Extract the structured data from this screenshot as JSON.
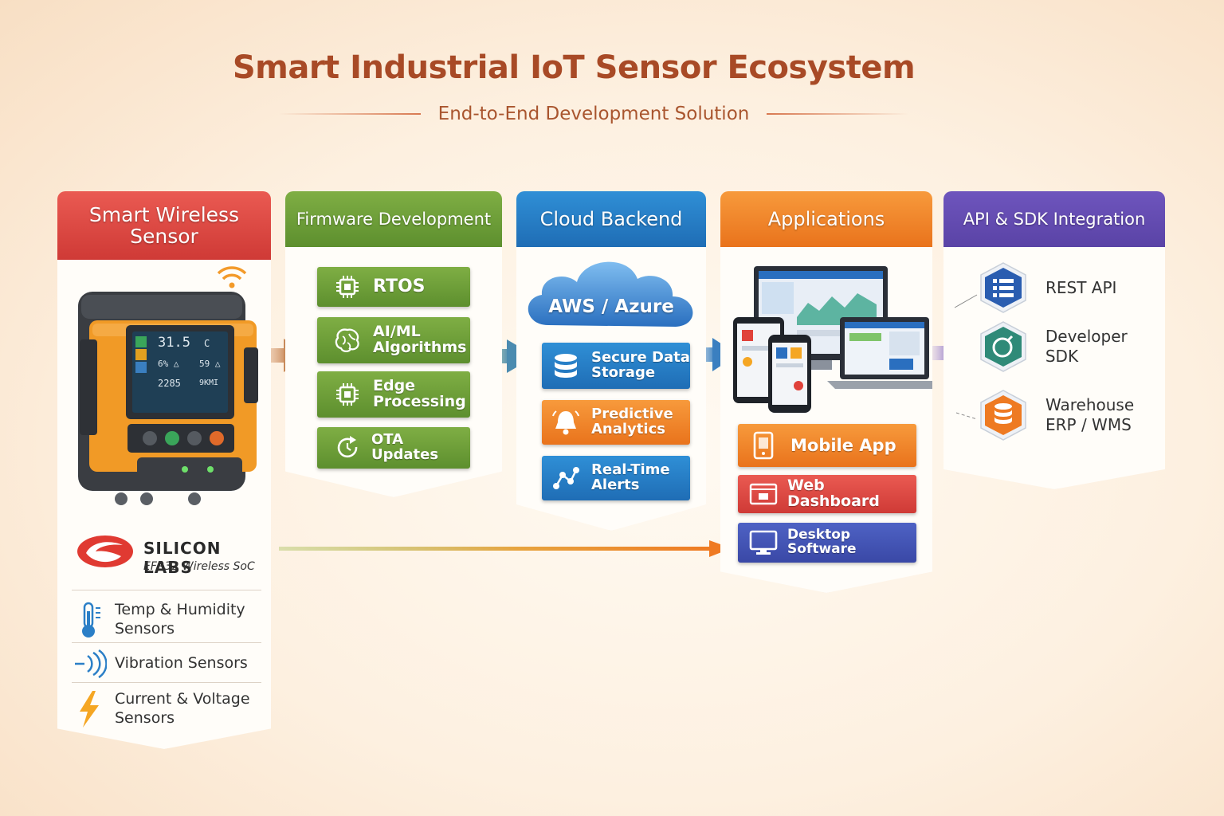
{
  "header": {
    "title": "Smart Industrial IoT Sensor Ecosystem",
    "subtitle": "End-to-End Development Solution"
  },
  "colors": {
    "sensor": "#e2504a",
    "firmware": "#6e9f3a",
    "cloud": "#2b7fc7",
    "applications": "#f28a2a",
    "api": "#6a4fb2",
    "title": "#a84a26"
  },
  "sensor": {
    "heading_line1": "Smart Wireless",
    "heading_line2": "Sensor",
    "display": {
      "r1a": "31.5",
      "r1b": "C",
      "r2a": "6% △",
      "r2b": "59 △",
      "r3a": "2285",
      "r3b": "9KMI"
    },
    "brand": "SILICON LABS",
    "chip": "EFR32 Wireless SoC",
    "sensors": [
      {
        "icon": "thermometer-icon",
        "line1": "Temp & Humidity",
        "line2": "Sensors"
      },
      {
        "icon": "vibration-icon",
        "line1": "Vibration Sensors",
        "line2": ""
      },
      {
        "icon": "lightning-icon",
        "line1": "Current & Voltage",
        "line2": "Sensors"
      }
    ]
  },
  "firmware": {
    "heading": "Firmware Development",
    "items": [
      {
        "icon": "chip-icon",
        "line1": "RTOS",
        "line2": ""
      },
      {
        "icon": "brain-icon",
        "line1": "AI/ML",
        "line2": "Algorithms"
      },
      {
        "icon": "chip-icon",
        "line1": "Edge",
        "line2": "Processing"
      },
      {
        "icon": "refresh-icon",
        "line1": "OTA Updates",
        "line2": ""
      }
    ]
  },
  "cloud": {
    "heading": "Cloud Backend",
    "provider": "AWS / Azure",
    "items": [
      {
        "icon": "database-icon",
        "line1": "Secure Data",
        "line2": "Storage"
      },
      {
        "icon": "bell-icon",
        "line1": "Predictive",
        "line2": "Analytics"
      },
      {
        "icon": "network-icon",
        "line1": "Real-Time",
        "line2": "Alerts"
      }
    ]
  },
  "applications": {
    "heading": "Applications",
    "items": [
      {
        "icon": "mobile-icon",
        "label": "Mobile App"
      },
      {
        "icon": "web-icon",
        "label": "Web Dashboard"
      },
      {
        "icon": "monitor-icon",
        "label": "Desktop Software"
      }
    ]
  },
  "api": {
    "heading": "API & SDK Integration",
    "items": [
      {
        "icon": "list-icon",
        "line1": "REST API",
        "line2": ""
      },
      {
        "icon": "sdk-icon",
        "line1": "Developer SDK",
        "line2": ""
      },
      {
        "icon": "database-icon",
        "line1": "Warehouse",
        "line2": "ERP / WMS"
      }
    ]
  }
}
